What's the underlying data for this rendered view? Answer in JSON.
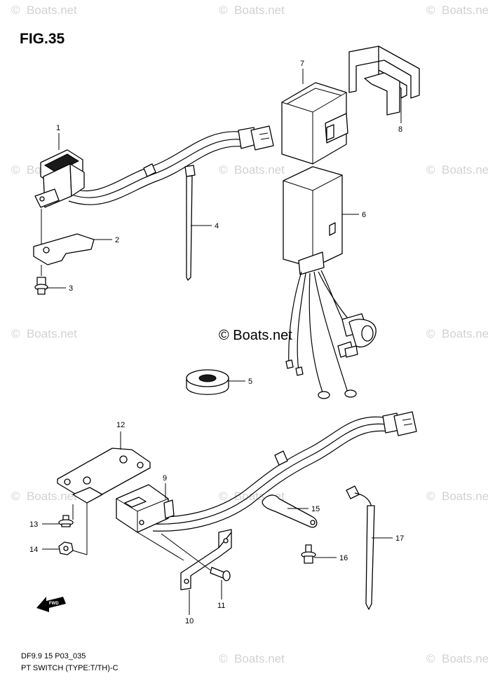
{
  "figure": {
    "title": "FIG.35"
  },
  "watermark": {
    "text": "Boats.net",
    "center_text": "© Boats.net"
  },
  "footer": {
    "code": "DF9.9 15 P03_035",
    "caption": "PT SWITCH (TYPE:T/TH)-C"
  },
  "fwd_label": "FWD",
  "callouts": [
    {
      "id": "1",
      "label": "1"
    },
    {
      "id": "2",
      "label": "2"
    },
    {
      "id": "3",
      "label": "3"
    },
    {
      "id": "4",
      "label": "4"
    },
    {
      "id": "5",
      "label": "5"
    },
    {
      "id": "6",
      "label": "6"
    },
    {
      "id": "7",
      "label": "7"
    },
    {
      "id": "8",
      "label": "8"
    },
    {
      "id": "9",
      "label": "9"
    },
    {
      "id": "10",
      "label": "10"
    },
    {
      "id": "11",
      "label": "11"
    },
    {
      "id": "12",
      "label": "12"
    },
    {
      "id": "13",
      "label": "13"
    },
    {
      "id": "14",
      "label": "14"
    },
    {
      "id": "15",
      "label": "15"
    },
    {
      "id": "16",
      "label": "16"
    },
    {
      "id": "17",
      "label": "17"
    }
  ],
  "colors": {
    "line": "#000000",
    "watermark": "#d2d2d2",
    "background": "#ffffff"
  }
}
